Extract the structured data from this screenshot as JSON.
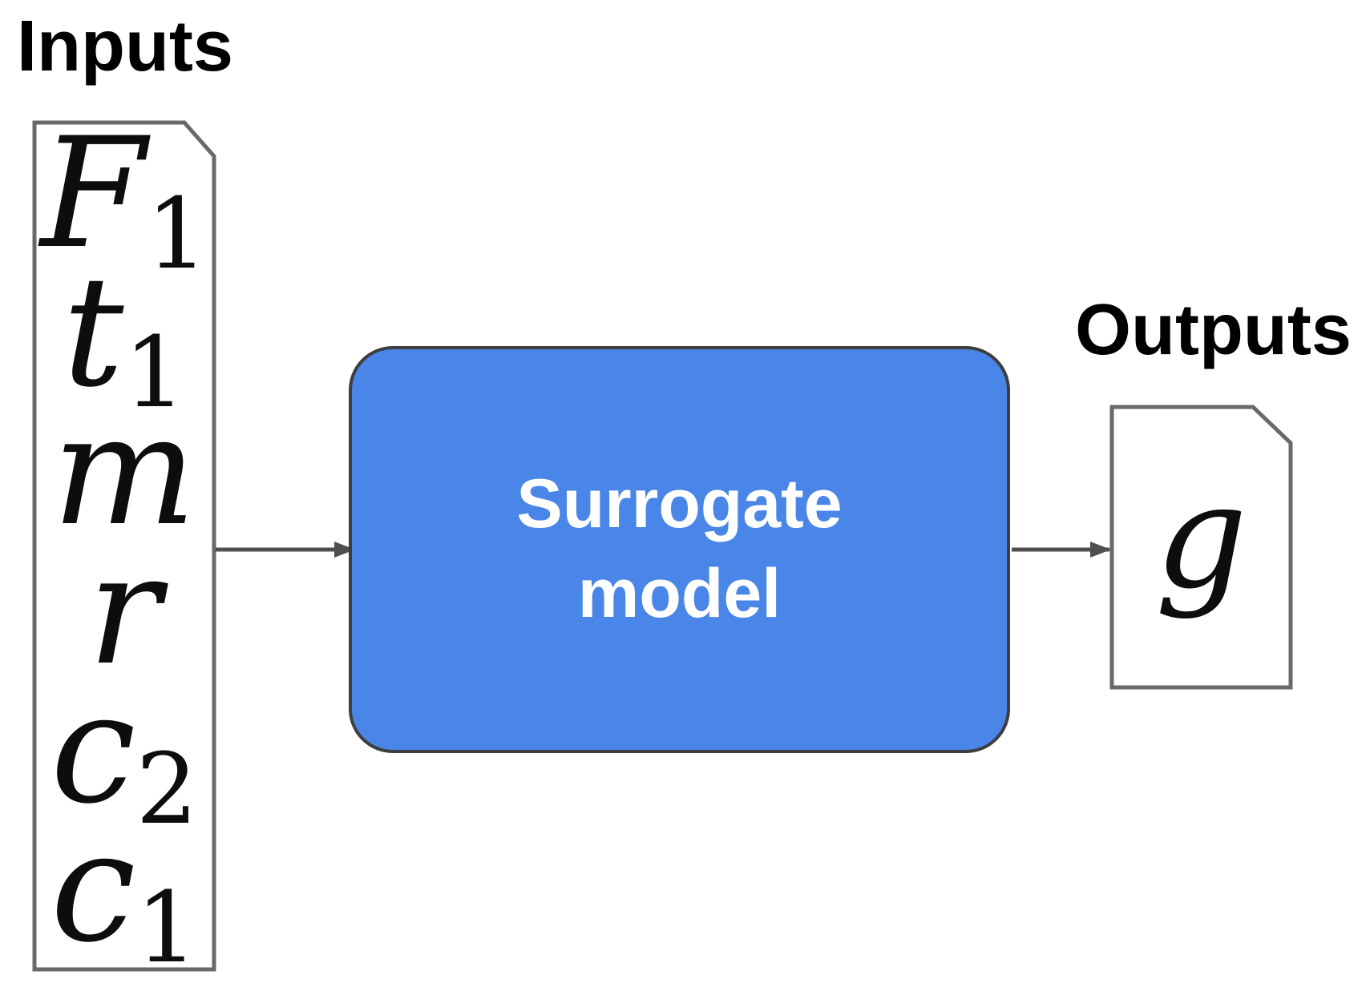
{
  "diagram": {
    "inputs_label": "Inputs",
    "outputs_label": "Outputs",
    "model_label": "Surrogate model",
    "input_symbols": [
      {
        "base": "F",
        "sub": "1"
      },
      {
        "base": "t",
        "sub": "1"
      },
      {
        "base": "m",
        "sub": ""
      },
      {
        "base": "r",
        "sub": ""
      },
      {
        "base": "c",
        "sub": "2"
      },
      {
        "base": "c",
        "sub": "1"
      }
    ],
    "output_symbols": [
      {
        "base": "g",
        "sub": ""
      }
    ],
    "colors": {
      "model_fill": "#4a86e8",
      "model_border": "#3e3e3e",
      "model_text": "#ffffff",
      "doc_border": "#696969",
      "arrow": "#4f4f4f",
      "label_text": "#000000"
    }
  }
}
